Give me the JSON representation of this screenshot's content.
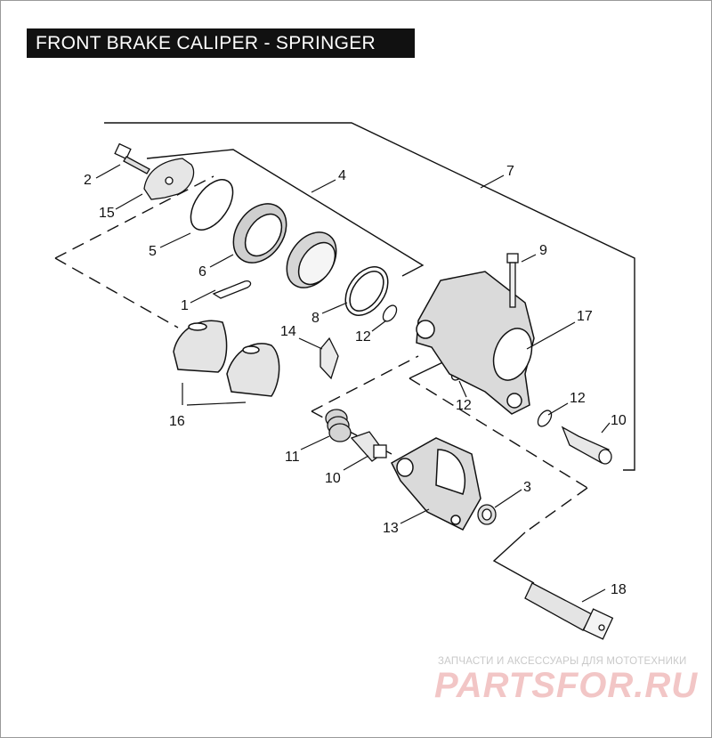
{
  "title": "FRONT BRAKE CALIPER - SPRINGER",
  "callouts": {
    "c1": "1",
    "c2": "2",
    "c3": "3",
    "c4": "4",
    "c5": "5",
    "c6": "6",
    "c7": "7",
    "c8": "8",
    "c9": "9",
    "c10a": "10",
    "c10b": "10",
    "c11": "11",
    "c12a": "12",
    "c12b": "12",
    "c12c": "12",
    "c13": "13",
    "c14": "14",
    "c15": "15",
    "c16": "16",
    "c17": "17",
    "c18": "18"
  },
  "watermark": {
    "tagline": "ЗАПЧАСТИ И АКСЕССУАРЫ ДЛЯ МОТОТЕХНИКИ",
    "logo": "PARTSFOR.RU"
  },
  "colors": {
    "line": "#111111",
    "title_bg": "#111111",
    "title_fg": "#ffffff",
    "watermark_logo": "#f2c6c6"
  }
}
